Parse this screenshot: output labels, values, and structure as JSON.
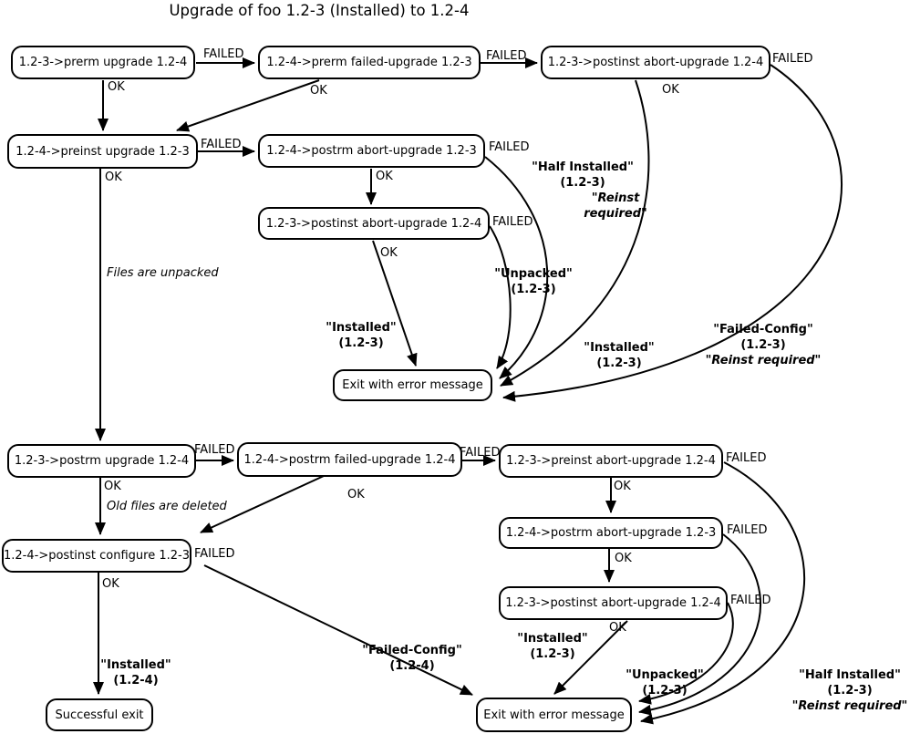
{
  "title": "Upgrade of foo 1.2-3 (Installed) to 1.2-4",
  "labels": {
    "ok": "OK",
    "failed": "FAILED"
  },
  "annotations": {
    "files_unpacked": "Files are unpacked",
    "old_files_deleted": "Old files are deleted"
  },
  "nodes": {
    "prerm_upgrade": "1.2-3->prerm upgrade 1.2-4",
    "prerm_failed_upgrade": "1.2-4->prerm failed-upgrade 1.2-3",
    "postinst_abort_upgrade_top": "1.2-3->postinst abort-upgrade 1.2-4",
    "preinst_upgrade": "1.2-4->preinst upgrade 1.2-3",
    "postrm_abort_upgrade_top": "1.2-4->postrm abort-upgrade 1.2-3",
    "postinst_abort_upgrade_mid": "1.2-3->postinst abort-upgrade 1.2-4",
    "exit_error_top": "Exit with error message",
    "postrm_upgrade": "1.2-3->postrm upgrade 1.2-4",
    "postrm_failed_upgrade": "1.2-4->postrm failed-upgrade 1.2-4",
    "preinst_abort_upgrade": "1.2-3->preinst abort-upgrade 1.2-4",
    "postrm_abort_upgrade_bottom": "1.2-4->postrm abort-upgrade 1.2-3",
    "postinst_configure": "1.2-4->postinst configure 1.2-3",
    "postinst_abort_upgrade_bottom": "1.2-3->postinst abort-upgrade 1.2-4",
    "exit_error_bottom": "Exit with error message",
    "successful_exit": "Successful exit"
  },
  "states": {
    "installed_123_mid": {
      "l1": "\"Installed\"",
      "l2": "(1.2-3)"
    },
    "unpacked_123_top": {
      "l1": "\"Unpacked\"",
      "l2": "(1.2-3)"
    },
    "half_installed_top": {
      "l1": "\"Half Installed\"",
      "l2": "(1.2-3)",
      "l3": "\"Reinst required\""
    },
    "installed_123_right": {
      "l1": "\"Installed\"",
      "l2": "(1.2-3)"
    },
    "failed_config_123": {
      "l1": "\"Failed-Config\"",
      "l2": "(1.2-3)",
      "l3": "\"Reinst required\""
    },
    "installed_124": {
      "l1": "\"Installed\"",
      "l2": "(1.2-4)"
    },
    "failed_config_124": {
      "l1": "\"Failed-Config\"",
      "l2": "(1.2-4)"
    },
    "installed_123_bottom": {
      "l1": "\"Installed\"",
      "l2": "(1.2-3)"
    },
    "unpacked_123_bottom": {
      "l1": "\"Unpacked\"",
      "l2": "(1.2-3)"
    },
    "half_installed_bottom": {
      "l1": "\"Half Installed\"",
      "l2": "(1.2-3)",
      "l3": "\"Reinst required\""
    }
  },
  "colors": {
    "stroke": "#000000",
    "background": "#ffffff"
  }
}
